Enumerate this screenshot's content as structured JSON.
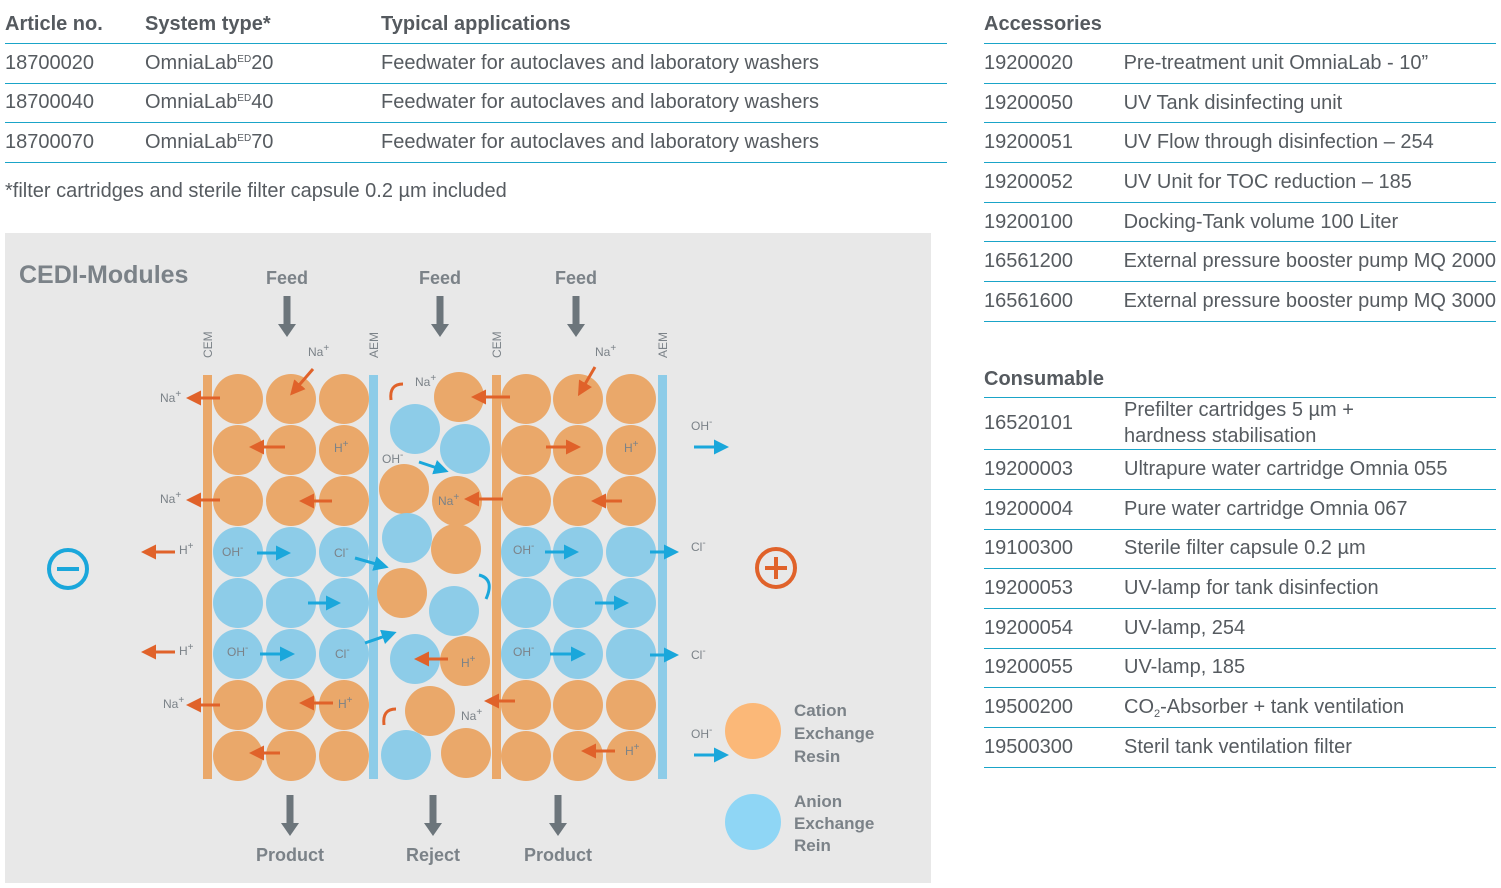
{
  "systems": {
    "headers": [
      "Article no.",
      "System type*",
      "Typical applications"
    ],
    "rows": [
      {
        "article": "18700020",
        "system_base": "OmniaLab",
        "system_sup": "ED",
        "system_num": "20",
        "application": "Feedwater for autoclaves and laboratory washers"
      },
      {
        "article": "18700040",
        "system_base": "OmniaLab",
        "system_sup": "ED",
        "system_num": "40",
        "application": "Feedwater for autoclaves and laboratory washers"
      },
      {
        "article": "18700070",
        "system_base": "OmniaLab",
        "system_sup": "ED",
        "system_num": "70",
        "application": "Feedwater for autoclaves and laboratory washers"
      }
    ],
    "footnote": "*filter cartridges and sterile filter capsule 0.2 µm included"
  },
  "accessories": {
    "title": "Accessories",
    "rows": [
      {
        "article": "19200020",
        "description": "Pre-treatment unit  OmniaLab - 10”"
      },
      {
        "article": "19200050",
        "description": "UV Tank disinfecting unit"
      },
      {
        "article": "19200051",
        "description": "UV Flow through disinfection – 254"
      },
      {
        "article": "19200052",
        "description": "UV Unit for TOC reduction – 185"
      },
      {
        "article": "19200100",
        "description": "Docking-Tank volume 100 Liter"
      },
      {
        "article": "16561200",
        "description": "External pressure booster pump MQ 2000"
      },
      {
        "article": "16561600",
        "description": "External pressure booster pump MQ 3000"
      }
    ]
  },
  "consumables": {
    "title": "Consumable",
    "row0": {
      "article": "16520101",
      "line1": "Prefilter cartridges 5 µm +",
      "line2": "hardness stabilisation"
    },
    "rows": [
      {
        "article": "19200003",
        "description": "Ultrapure water cartridge Omnia 055"
      },
      {
        "article": "19200004",
        "description": "Pure water cartridge Omnia 067"
      },
      {
        "article": "19100300",
        "description": "Sterile filter capsule 0.2 µm"
      },
      {
        "article": "19200053",
        "description": "UV-lamp for tank disinfection"
      },
      {
        "article": "19200054",
        "description": "UV-lamp, 254"
      },
      {
        "article": "19200055",
        "description": "UV-lamp, 185"
      }
    ],
    "co2": {
      "article": "19500200",
      "pre": "CO",
      "sub": "2",
      "post": "-Absorber + tank ventilation"
    },
    "last": {
      "article": "19500300",
      "description": "Steril tank ventilation filter"
    }
  },
  "diagram": {
    "title": "CEDI-Modules",
    "feed_label": "Feed",
    "outputs": [
      "Product",
      "Reject",
      "Product"
    ],
    "membranes": {
      "cem": "CEM",
      "aem": "AEM"
    },
    "ions": {
      "na": "Na",
      "h": "H",
      "oh": "OH",
      "cl": "Cl",
      "plus": "+",
      "minus": "-"
    },
    "legend": {
      "cation": [
        "Cation",
        "Exchange",
        "Resin"
      ],
      "anion": [
        "Anion",
        "Exchange",
        "Rein"
      ]
    },
    "colors": {
      "cation": "#eaa86a",
      "anion": "#8dcce8",
      "cation_legend": "#fbb878",
      "anion_legend": "#8fd6f5",
      "orange_arrow": "#e0622a",
      "blue_arrow": "#1aa7db",
      "membrane_orange": "#eaa86a",
      "membrane_blue": "#8dcce8",
      "gray_arrow": "#6c757b"
    }
  }
}
